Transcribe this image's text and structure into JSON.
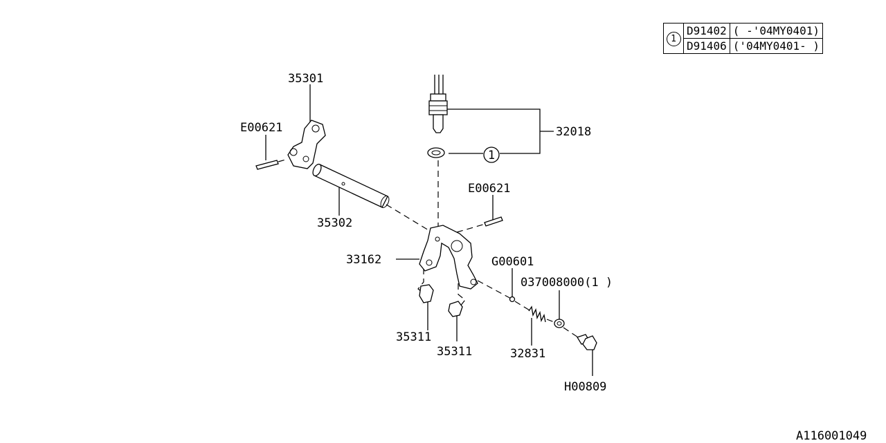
{
  "legend": {
    "ref": "1",
    "rows": [
      {
        "part": "D91402",
        "range": "( -'04MY0401)"
      },
      {
        "part": "D91406",
        "range": "('04MY0401- )"
      }
    ]
  },
  "callouts": {
    "shift_arm": "35301",
    "pin_left": "E00621",
    "shaft": "35302",
    "switch": "32018",
    "ref_circle": "1",
    "pin_right": "E00621",
    "arm": "33162",
    "plug": "G00601",
    "gasket": "037008000(1 )",
    "shoe_left": "35311",
    "shoe_right": "35311",
    "spring": "32831",
    "bolt": "H00809"
  },
  "diagram_id": "A116001049"
}
